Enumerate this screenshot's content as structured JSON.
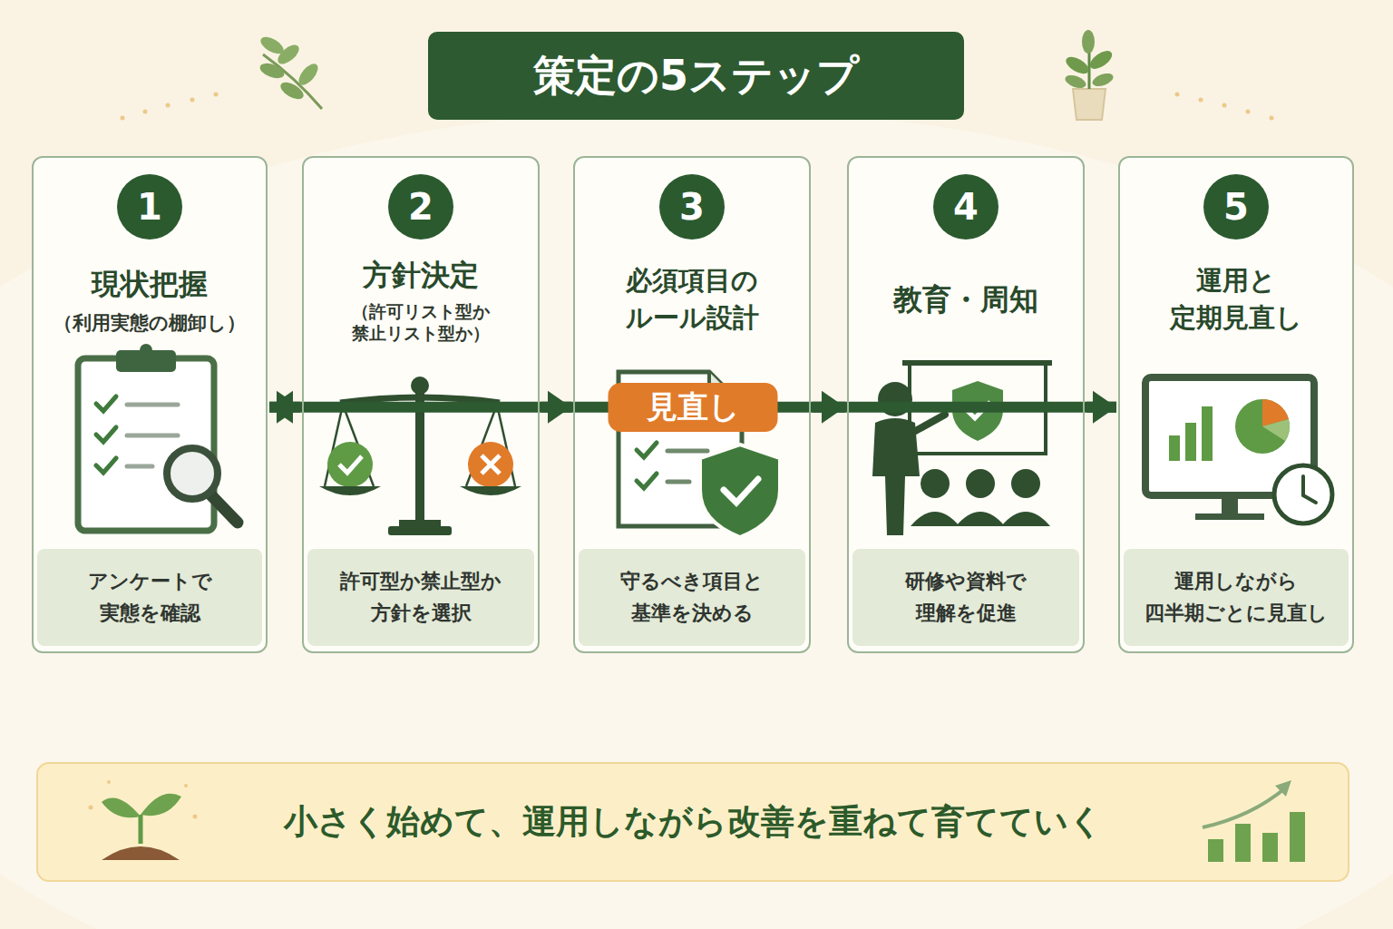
{
  "diagram": {
    "title": "策定の5ステップ",
    "nodes": [
      {
        "text": [
          "現状把握",
          "（利用実態の棚卸し）"
        ]
      },
      {
        "text": [
          "1"
        ],
        "in": 0
      },
      {
        "text": [
          "アンケートで 実態を確認"
        ],
        "in": 0
      },
      {
        "text": [
          "方針決定",
          "（許可リスト型か 禁止リスト型か）"
        ]
      },
      {
        "text": [
          "2"
        ],
        "in": 3
      },
      {
        "text": [
          "許可型か禁止型か 方針を選択"
        ],
        "in": 3
      },
      {
        "text": [
          "必須項目の ルール設計"
        ]
      },
      {
        "text": [
          "3"
        ],
        "in": 6
      },
      {
        "text": [
          "守るべき項目と 基準を決める"
        ],
        "in": 6
      },
      {
        "text": [
          "教育・周知"
        ]
      },
      {
        "text": [
          "4"
        ],
        "in": 9
      },
      {
        "text": [
          "研修や資料で 理解を促進"
        ],
        "in": 9
      },
      {
        "text": [
          "運用と 定期見直し"
        ]
      },
      {
        "text": [
          "5"
        ],
        "in": 12
      },
      {
        "text": [
          "運用しながら 四半期ごとに見直し"
        ],
        "in": 12
      },
      {
        "text": [
          "小さく始めて、運用しながら改善を重ねて育てていく"
        ]
      }
    ],
    "edges": [
      {
        "from": 0,
        "to": 3,
        "arrow": "to"
      },
      {
        "from": 3,
        "to": 6,
        "arrow": "to"
      },
      {
        "from": 6,
        "to": 9,
        "arrow": "to"
      },
      {
        "from": 9,
        "to": 12,
        "arrow": "to"
      },
      {
        "from": 12,
        "to": 0,
        "label": "見直し",
        "arrow": "to"
      }
    ]
  }
}
